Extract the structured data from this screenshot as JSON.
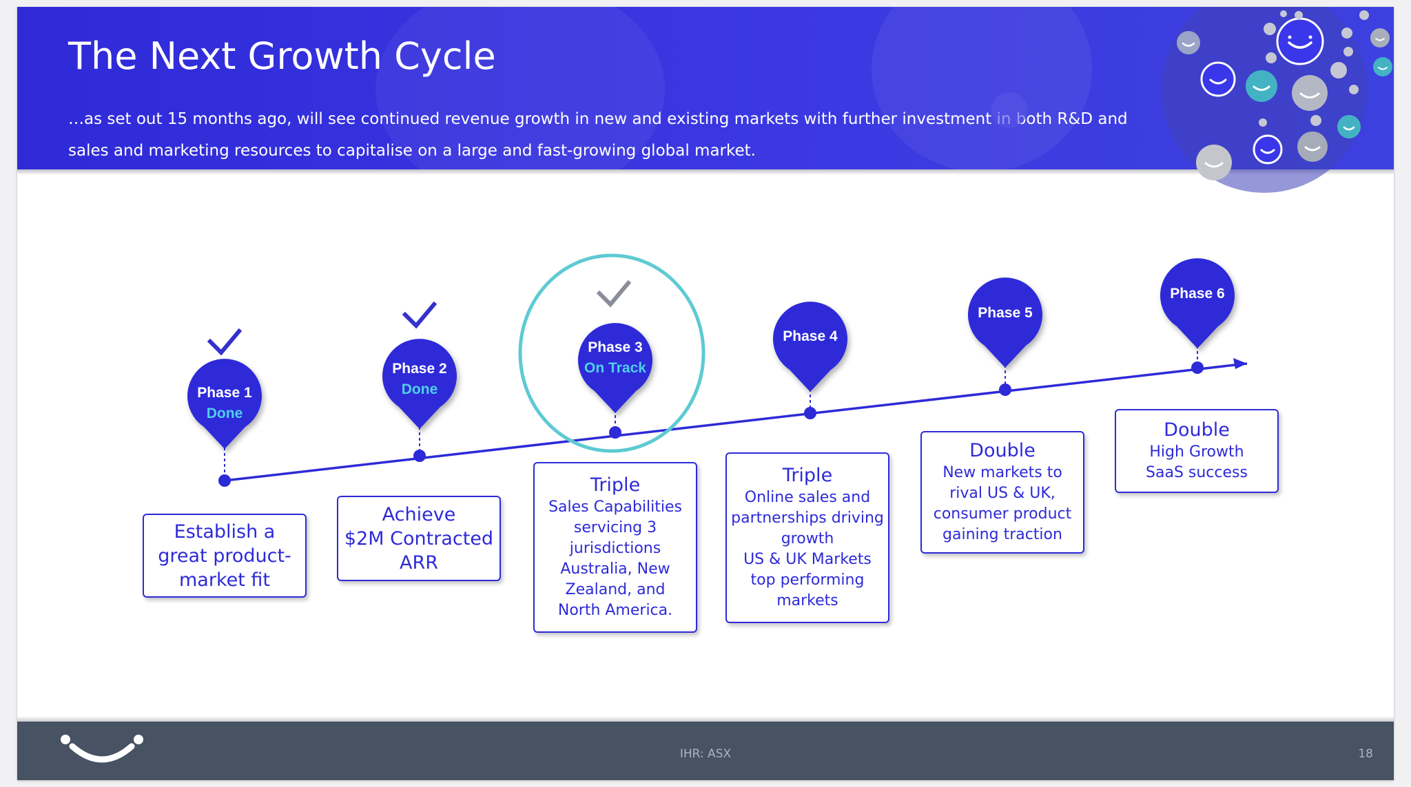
{
  "header": {
    "title": "The Next Growth Cycle",
    "subtitle": "…as set out 15 months ago, will see continued revenue growth in new and existing markets with further investment in both R&D and sales and marketing resources to capitalise on a large and fast-growing global market."
  },
  "phases": [
    {
      "label": "Phase 1",
      "status": "Done",
      "checked": true,
      "box_lines": [
        "Establish a",
        "great product-",
        "market fit"
      ]
    },
    {
      "label": "Phase 2",
      "status": "Done",
      "checked": true,
      "box_lines": [
        "Achieve",
        "$2M Contracted",
        "ARR"
      ]
    },
    {
      "label": "Phase 3",
      "status": "On Track",
      "checked": true,
      "highlighted": true,
      "box_head": "Triple",
      "box_lines": [
        "Sales Capabilities",
        "servicing 3",
        "jurisdictions",
        "Australia, New",
        "Zealand, and",
        "North America."
      ]
    },
    {
      "label": "Phase 4",
      "status": "",
      "box_head": "Triple",
      "box_lines": [
        "Online sales and",
        "partnerships driving",
        "growth",
        "US & UK Markets",
        "top performing",
        "markets"
      ]
    },
    {
      "label": "Phase 5",
      "status": "",
      "box_head": "Double",
      "box_lines": [
        "New markets to",
        "rival US & UK,",
        "consumer product",
        "gaining traction"
      ]
    },
    {
      "label": "Phase 6",
      "status": "",
      "box_head": "Double",
      "box_lines": [
        "High Growth",
        "SaaS success"
      ]
    }
  ],
  "footer": {
    "ticker": "IHR: ASX",
    "page_number": "18"
  },
  "colors": {
    "primary": "#2d2ad8",
    "status_text": "#4fd0ea",
    "highlight_ring": "#5ecad3",
    "check_dark": "#3431cc",
    "check_gray": "#8a8d99",
    "footer_bg": "#475263"
  }
}
